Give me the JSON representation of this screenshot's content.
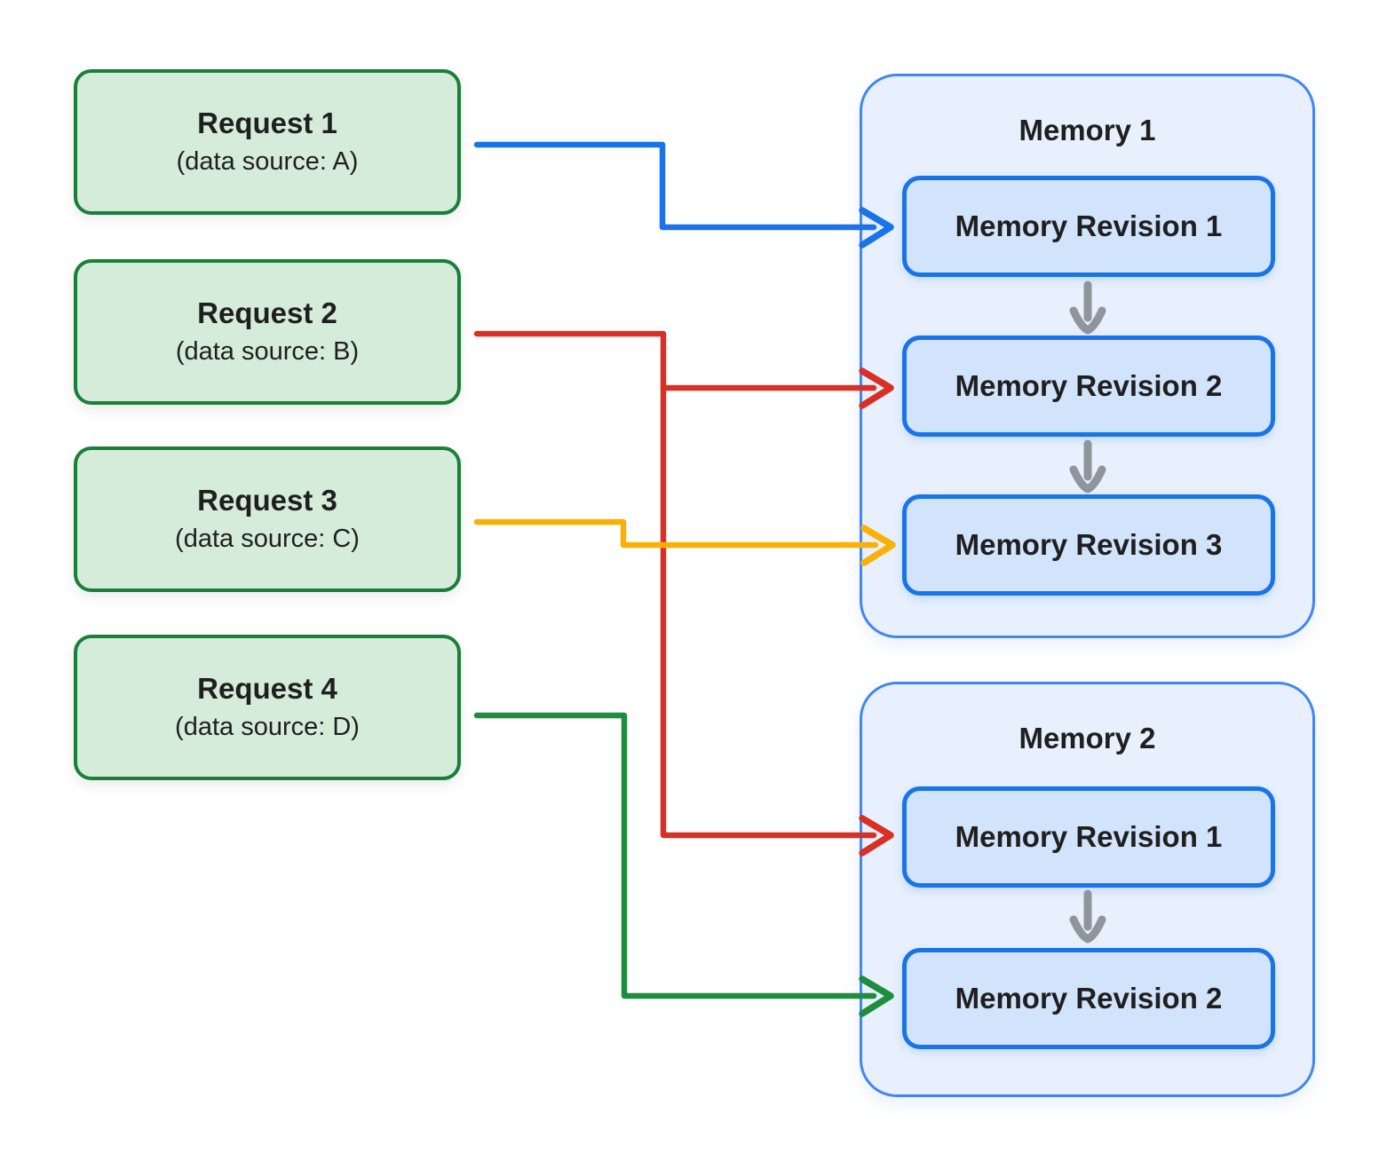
{
  "requests": [
    {
      "title": "Request 1",
      "subtitle": "(data source: A)"
    },
    {
      "title": "Request 2",
      "subtitle": "(data source: B)"
    },
    {
      "title": "Request 3",
      "subtitle": "(data source: C)"
    },
    {
      "title": "Request 4",
      "subtitle": "(data source: D)"
    }
  ],
  "memories": [
    {
      "title": "Memory 1",
      "revisions": [
        "Memory Revision 1",
        "Memory Revision 2",
        "Memory Revision 3"
      ]
    },
    {
      "title": "Memory 2",
      "revisions": [
        "Memory Revision 1",
        "Memory Revision 2"
      ]
    }
  ],
  "connections": [
    {
      "from": "Request 1",
      "to": "Memory 1 / Memory Revision 1",
      "color": "#1a73e8"
    },
    {
      "from": "Request 2",
      "to": "Memory 1 / Memory Revision 2",
      "color": "#d93025"
    },
    {
      "from": "Request 2",
      "to": "Memory 2 / Memory Revision 1",
      "color": "#d93025"
    },
    {
      "from": "Request 3",
      "to": "Memory 1 / Memory Revision 3",
      "color": "#fbb005"
    },
    {
      "from": "Request 4",
      "to": "Memory 2 / Memory Revision 2",
      "color": "#1e8e3e"
    }
  ],
  "colors": {
    "request_fill": "#d5ecdb",
    "request_border": "#188038",
    "memory_fill": "#e8f0fe",
    "memory_border": "#4285f4",
    "revision_fill": "#d2e3fc",
    "revision_border": "#1a73e8",
    "connector_blue": "#1a73e8",
    "connector_red": "#d93025",
    "connector_yellow": "#fbb005",
    "connector_green": "#1e8e3e",
    "flow_arrow_gray": "#8f959b",
    "text": "#1f1f1f"
  }
}
